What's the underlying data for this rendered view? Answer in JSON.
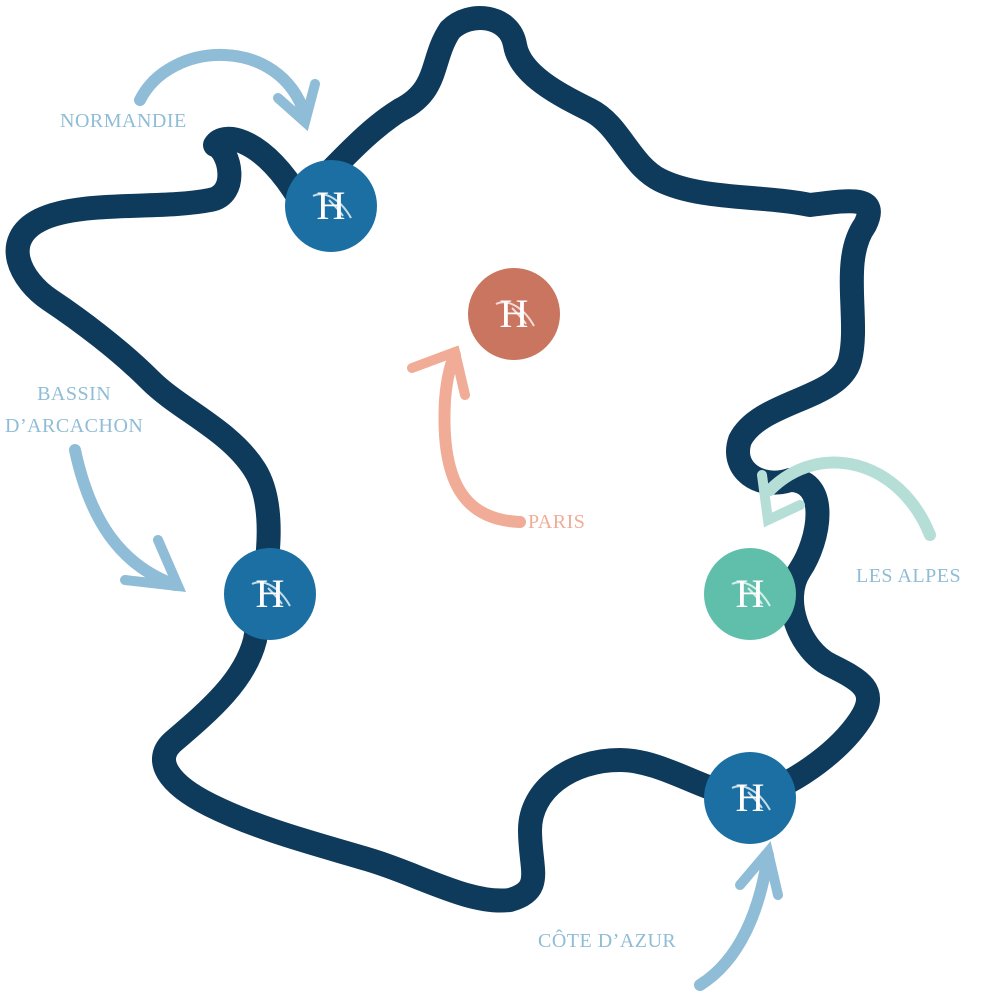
{
  "colors": {
    "outline": "#0e3a5c",
    "marker_blue": "#1b6fa3",
    "marker_paris": "#c97560",
    "marker_alpes": "#5fbfaa",
    "arrow_blue": "#8fbcd6",
    "arrow_paris": "#f0ac97",
    "arrow_alpes": "#b5ded7"
  },
  "marker_glyph": "H",
  "labels": {
    "normandie": "NORMANDIE",
    "bassin_line1": "BASSIN",
    "bassin_line2": "D’ARCACHON",
    "paris": "PARIS",
    "alpes": "LES ALPES",
    "cote": "CÔTE D’AZUR"
  }
}
